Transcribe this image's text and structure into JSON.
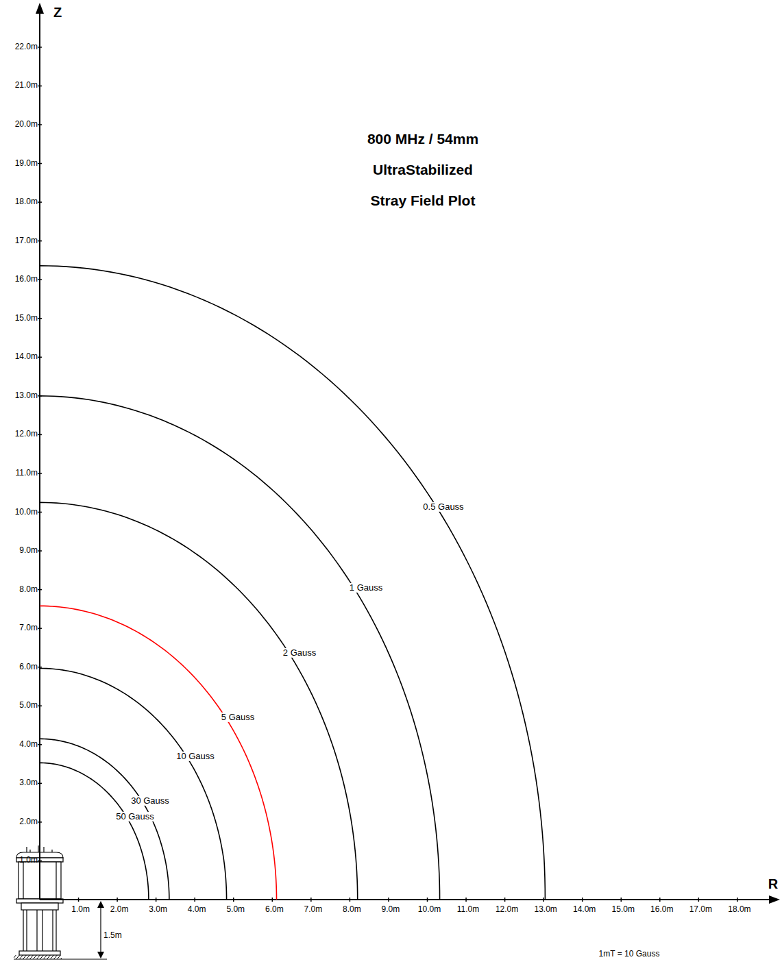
{
  "diagram": {
    "title": "800 MHz / 54mm UltraStabilized Stray Field Plot",
    "labels": [
      "Z",
      "R",
      "22.0m",
      "21.0m",
      "20.0m",
      "19.0m",
      "18.0m",
      "17.0m",
      "16.0m",
      "15.0m",
      "14.0m",
      "13.0m",
      "12.0m",
      "11.0m",
      "10.0m",
      "9.0m",
      "8.0m",
      "7.0m",
      "6.0m",
      "5.0m",
      "4.0m",
      "3.0m",
      "2.0m",
      "1.0m",
      "1.0m",
      "2.0m",
      "3.0m",
      "4.0m",
      "5.0m",
      "6.0m",
      "7.0m",
      "8.0m",
      "9.0m",
      "10.0m",
      "11.0m",
      "12.0m",
      "13.0m",
      "14.0m",
      "15.0m",
      "16.0m",
      "17.0m",
      "18.0m",
      "0.5 Gauss",
      "1 Gauss",
      "2 Gauss",
      "5 Gauss",
      "10 Gauss",
      "30 Gauss",
      "50 Gauss",
      "1.5m",
      "1mT = 10 Gauss"
    ]
  }
}
